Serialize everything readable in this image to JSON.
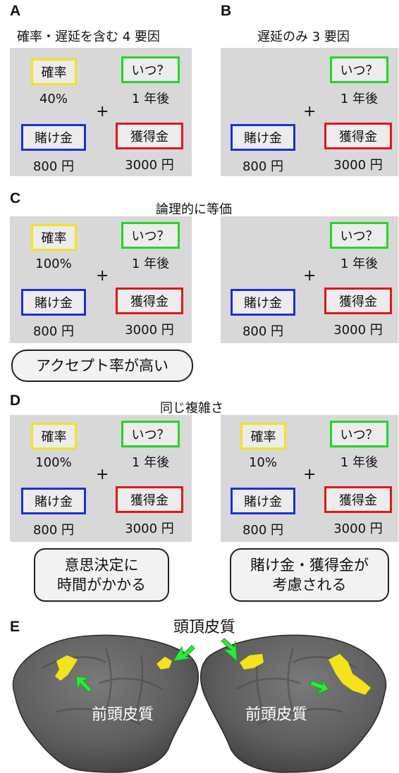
{
  "labels": {
    "probability": "確率",
    "when": "いつ？",
    "stake": "賭け金",
    "gain": "獲得金",
    "plus": "+"
  },
  "values": {
    "stake_amount": "800 円",
    "gain_amount": "3000 円",
    "delay": "1 年後"
  },
  "panel_A": {
    "letter": "A",
    "title": "確率・遅延を含む 4 要因",
    "probability": "40%"
  },
  "panel_B": {
    "letter": "B",
    "title": "遅延のみ 3 要因"
  },
  "panel_C": {
    "letter": "C",
    "title": "論理的に等価",
    "probability": "100%",
    "callout": "アクセプト率が高い"
  },
  "panel_D": {
    "letter": "D",
    "title": "同じ複雑さ",
    "probability_left": "100%",
    "probability_right": "10%",
    "callout_left": [
      "意思決定に",
      "時間がかかる"
    ],
    "callout_right": [
      "賭け金・獲得金が",
      "考慮される"
    ]
  },
  "panel_E": {
    "letter": "E",
    "parietal": "頭頂皮質",
    "frontal": "前頭皮質"
  },
  "colors": {
    "probability_border": "#f2e41c",
    "when_border": "#23d62a",
    "stake_border": "#1c2fd6",
    "gain_border": "#e01717",
    "activation": "#f4e21a",
    "arrow": "#2fe83a"
  }
}
